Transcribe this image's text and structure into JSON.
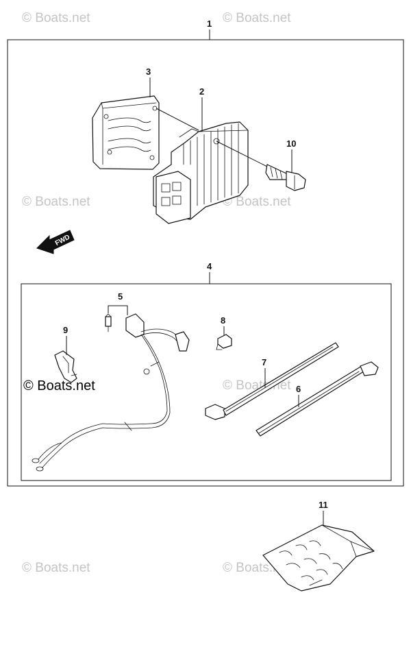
{
  "watermark": "© Boats.net",
  "credit": "© Boats.net",
  "fwd_label": "FWD",
  "callouts": {
    "c1": "1",
    "c2": "2",
    "c3": "3",
    "c4": "4",
    "c5": "5",
    "c6": "6",
    "c7": "7",
    "c8": "8",
    "c9": "9",
    "c10": "10",
    "c11": "11"
  }
}
